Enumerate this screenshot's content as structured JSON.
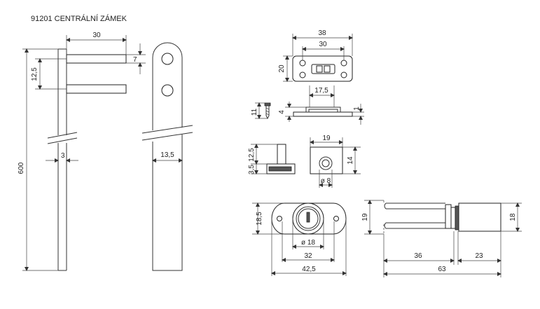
{
  "title": "91201 CENTRÁLNÍ ZÁMEK",
  "dims": {
    "bar_height": "600",
    "pin_length": "30",
    "pin_diam": "7",
    "pin_spacing": "12,5",
    "bar_thickness": "3",
    "bar_width": "13,5",
    "plate_total": "38",
    "plate_holes": "30",
    "plate_height": "20",
    "bracket_width": "17,5",
    "screw_len": "11",
    "bracket_h": "4",
    "bracket_t": "1",
    "catch_h_top": "12,5",
    "catch_h_bottom": "3,5",
    "catch_w": "19",
    "catch_h": "14",
    "catch_hole": "ø 8",
    "lock_plate_h": "18,5",
    "lock_diam": "ø 18",
    "lock_hole_span": "32",
    "lock_total": "42,5",
    "side_h": "19",
    "side_body_h": "18",
    "side_a": "36",
    "side_b": "23",
    "side_total": "63"
  }
}
